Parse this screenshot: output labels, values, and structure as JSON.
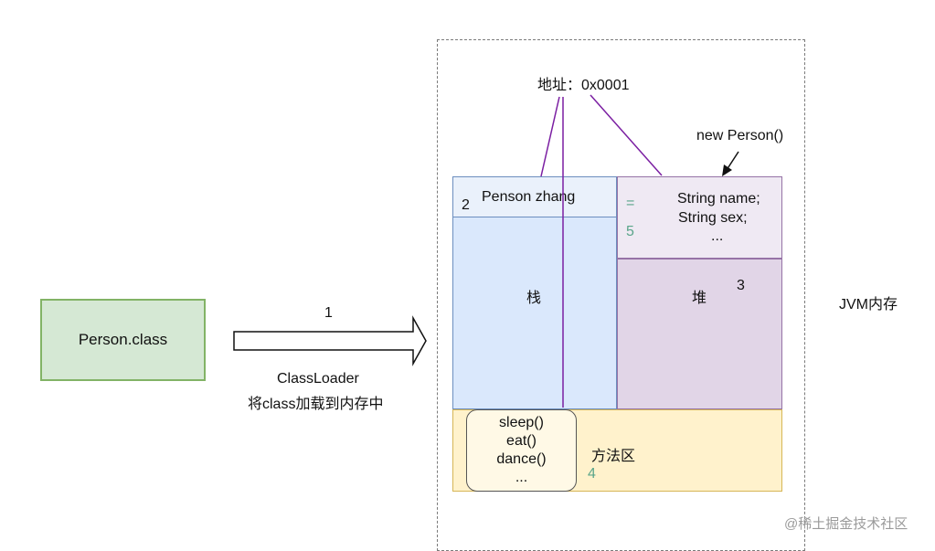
{
  "title_address": "地址：0x0001",
  "new_person": "new Person()",
  "person_class": "Person.class",
  "arrow": {
    "number": "1",
    "caption_line1": "ClassLoader",
    "caption_line2": "将class加载到内存中"
  },
  "stack": {
    "header": "Penson zhang",
    "number": "2",
    "label": "栈"
  },
  "heap": {
    "equals": "=",
    "fields": [
      "String name;",
      "String sex;",
      "..."
    ],
    "number_header": "5",
    "label": "堆",
    "number": "3"
  },
  "method_area": {
    "methods": [
      "sleep()",
      "eat()",
      "dance()",
      "..."
    ],
    "label": "方法区",
    "number": "4"
  },
  "jvm_label": "JVM内存",
  "watermark": "@稀土掘金技术社区",
  "colors": {
    "pointer_line": "#7b1fa2",
    "stack_fill": "#dae8fc",
    "heap_fill": "#e1d5e7",
    "method_fill": "#fff2cc",
    "class_fill": "#d5e8d4"
  }
}
